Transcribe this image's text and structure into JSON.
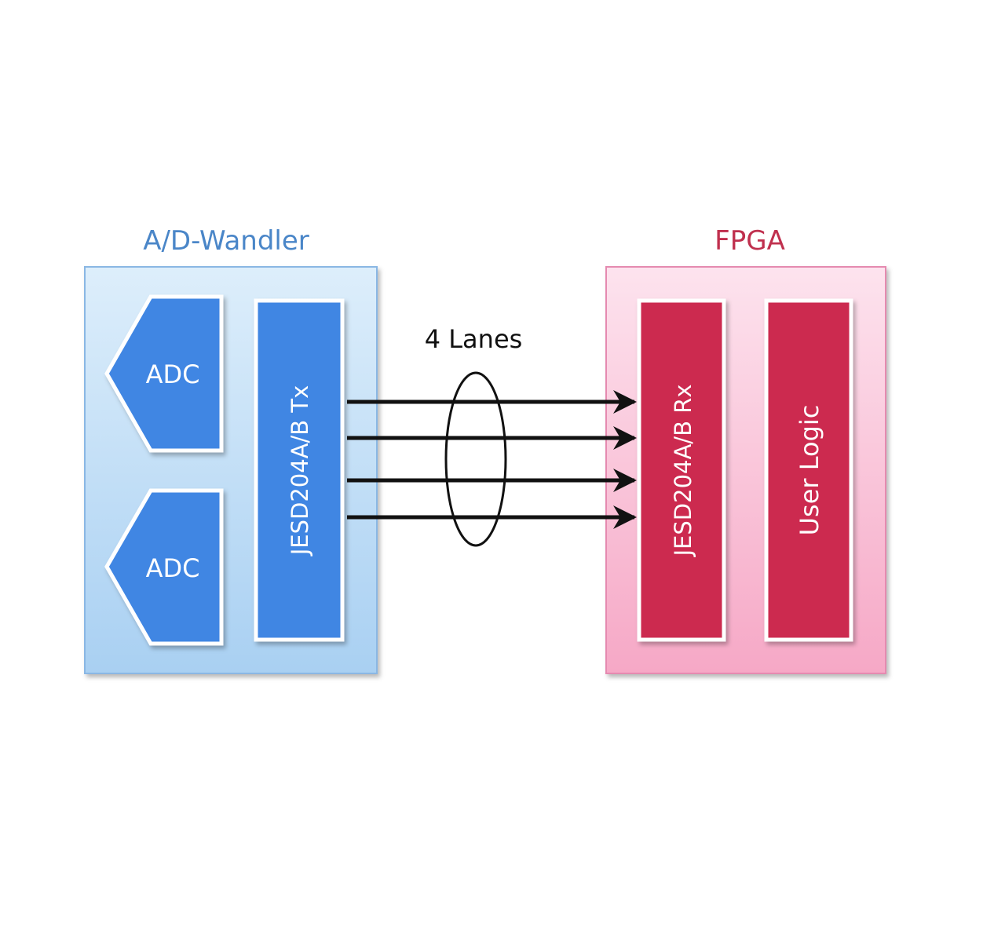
{
  "adc_chip": {
    "title": "A/D-Wandler",
    "adc_blocks": [
      {
        "label": "ADC"
      },
      {
        "label": "ADC"
      }
    ],
    "tx_block": {
      "label": "JESD204A/B Tx"
    }
  },
  "fpga_chip": {
    "title": "FPGA",
    "rx_block": {
      "label": "JESD204A/B Rx"
    },
    "logic_block": {
      "label": "User Logic"
    }
  },
  "link": {
    "label": "4 Lanes",
    "lane_count": 4
  },
  "colors": {
    "adc_title": "#4a86c8",
    "adc_panel_top": "#ddeefb",
    "adc_panel_bottom": "#a9d0f2",
    "adc_block": "#3f86e3",
    "fpga_title": "#c0304e",
    "fpga_panel_top": "#fde3ee",
    "fpga_panel_bottom": "#f6a8c6",
    "fpga_block": "#cc2c50",
    "lane": "#111111"
  }
}
